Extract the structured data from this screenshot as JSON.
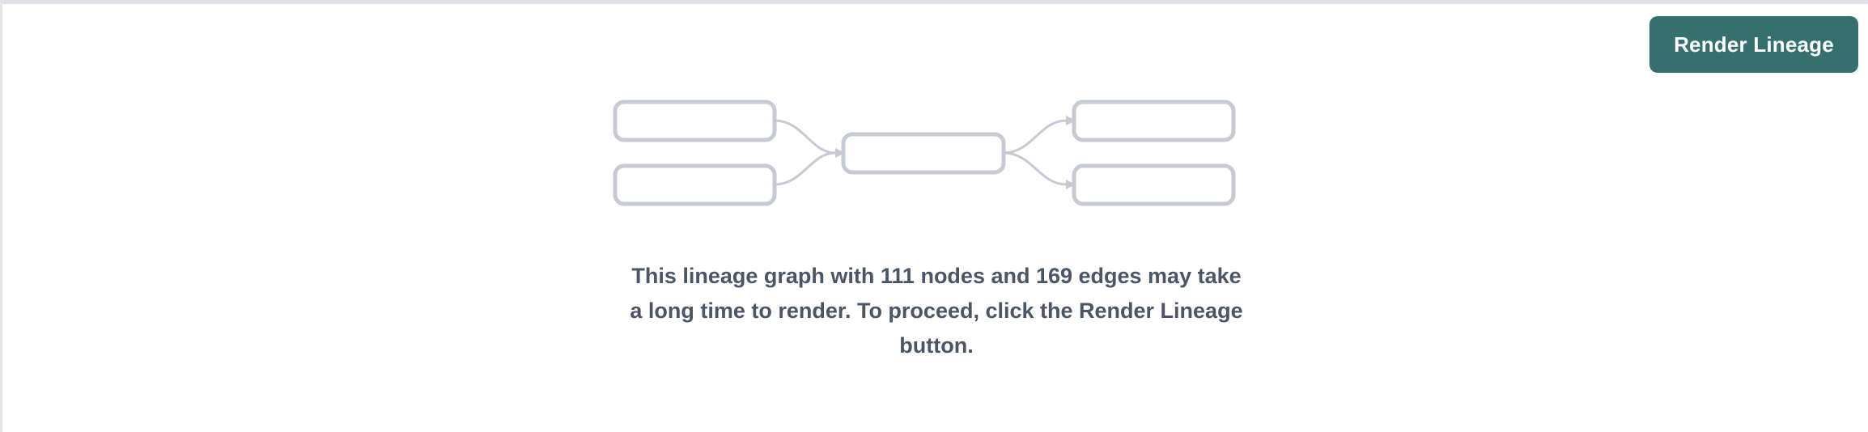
{
  "panel": {
    "background_color": "#ffffff",
    "top_border_color": "#dfe1e6",
    "left_border_color": "#e2e4e9"
  },
  "toolbar": {
    "render_button_label": "Render Lineage",
    "render_button_color": "#35706f",
    "render_button_text_color": "#ffffff"
  },
  "empty_state": {
    "message": "This lineage graph with 111 nodes and 169 edges may take a long time to render. To proceed, click the Render Lineage button.",
    "message_color": "#4a5568",
    "node_count": 111,
    "edge_count": 169,
    "illustration": {
      "node_border_color": "#c5cad4",
      "node_fill_color": "#ffffff",
      "edge_color": "#c5cad4",
      "nodes": [
        {
          "id": "source-top",
          "label": ""
        },
        {
          "id": "source-bottom",
          "label": ""
        },
        {
          "id": "middle",
          "label": ""
        },
        {
          "id": "target-top",
          "label": ""
        },
        {
          "id": "target-bottom",
          "label": ""
        }
      ],
      "edges": [
        {
          "from": "source-top",
          "to": "middle"
        },
        {
          "from": "source-bottom",
          "to": "middle"
        },
        {
          "from": "middle",
          "to": "target-top"
        },
        {
          "from": "middle",
          "to": "target-bottom"
        }
      ]
    }
  }
}
